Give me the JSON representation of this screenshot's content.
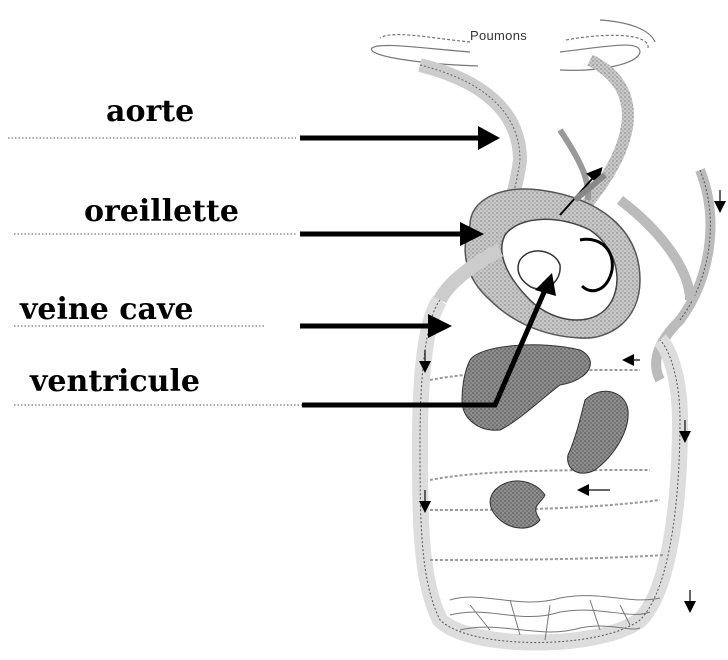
{
  "labels": {
    "aorte": "aorte",
    "oreillette": "oreillette",
    "veine_cave": "veine cave",
    "ventricule": "ventricule"
  },
  "diagram": {
    "lungs_label": "Poumons"
  }
}
